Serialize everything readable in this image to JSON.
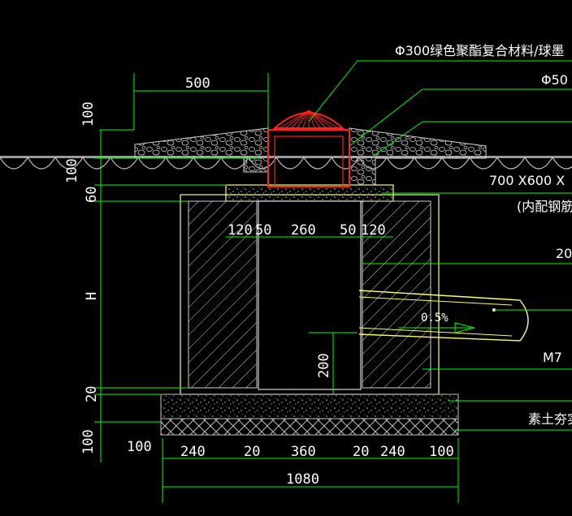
{
  "colors": {
    "background": "#000000",
    "dimension": "#00ff00",
    "leader": "#00ff00",
    "outline": "#ffff66",
    "grate": "#ff2020",
    "ground": "#c0c0c0",
    "text": "#ffffff"
  },
  "labels": {
    "grate_spec": "Φ300绿色聚酯复合材料/球墨",
    "label_phi50": "Φ50",
    "cover_size": "700 X600 X",
    "rebar_note": "(内配钢筋",
    "label_20": "20",
    "mortar": "M7",
    "soil": "素土夯实",
    "slope": "0.5%"
  },
  "dimensions": {
    "top_500": "500",
    "left_100_top": "100",
    "left_100_mid": "100",
    "left_60": "60",
    "left_H": "H",
    "left_20": "20",
    "left_100_bottom": "100",
    "bottom_100_left": "100",
    "inner_120_left": "120",
    "inner_50_left": "50",
    "inner_260": "260",
    "inner_50_right": "50",
    "inner_120_right": "120",
    "sump_200": "200",
    "base_240_left": "240",
    "base_20_left": "20",
    "base_360": "360",
    "base_20_right": "20",
    "base_240_right": "240",
    "base_100_right": "100",
    "total_1080": "1080"
  }
}
